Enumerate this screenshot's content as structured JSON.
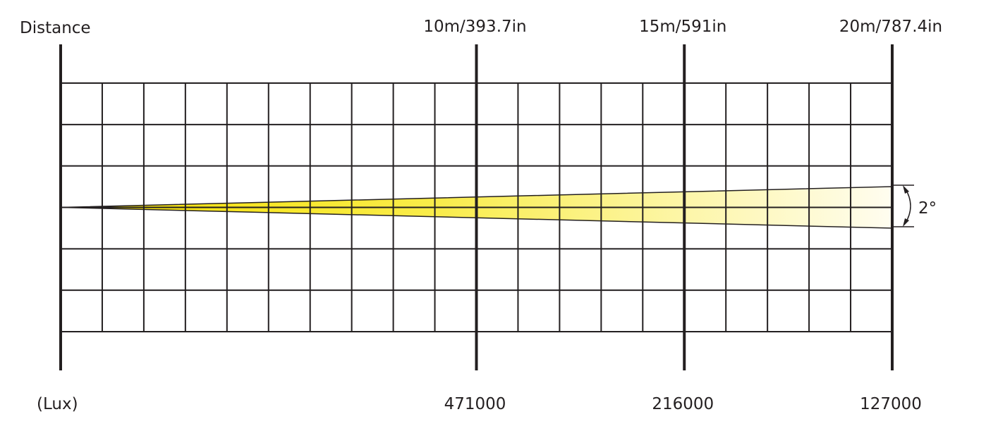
{
  "distance_label": "Distance",
  "lux_label": "(Lux)",
  "beam_angle_label": "2°",
  "colors": {
    "line": "#231f20",
    "beam_start": "#f7e100",
    "beam_end": "#fffdf0",
    "background": "#ffffff"
  },
  "chart_data": {
    "type": "beam_angle_diagram",
    "beam_angle_deg": 2,
    "x_unit": "m",
    "xlim": [
      0,
      20
    ],
    "distances": [
      {
        "value_m": 10,
        "label": "10m/393.7in",
        "lux": 471000,
        "lux_label": "471000"
      },
      {
        "value_m": 15,
        "label": "15m/591in",
        "lux": 216000,
        "lux_label": "216000"
      },
      {
        "value_m": 20,
        "label": "20m/787.4in",
        "lux": 127000,
        "lux_label": "127000"
      }
    ]
  }
}
